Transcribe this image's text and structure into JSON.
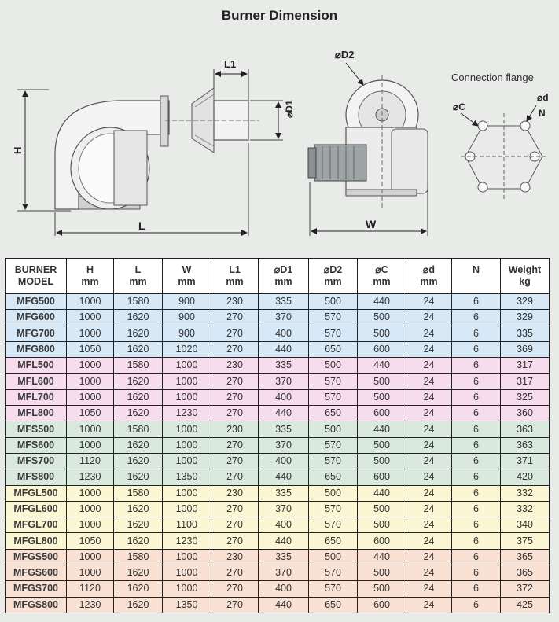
{
  "title": "Burner Dimension",
  "diagram": {
    "labels": {
      "H": "H",
      "L": "L",
      "L1": "L1",
      "D1": "⌀D1",
      "D2": "⌀D2",
      "W": "W",
      "C": "⌀C",
      "d": "⌀d",
      "N": "N",
      "flange": "Connection flange"
    }
  },
  "table": {
    "headers": [
      [
        "BURNER",
        "MODEL"
      ],
      [
        "H",
        "mm"
      ],
      [
        "L",
        "mm"
      ],
      [
        "W",
        "mm"
      ],
      [
        "L1",
        "mm"
      ],
      [
        "⌀D1",
        "mm"
      ],
      [
        "⌀D2",
        "mm"
      ],
      [
        "⌀C",
        "mm"
      ],
      [
        "⌀d",
        "mm"
      ],
      [
        "N",
        ""
      ],
      [
        "Weight",
        "kg"
      ]
    ],
    "groups": [
      {
        "name": "blue",
        "rows": [
          [
            "MFG500",
            "1000",
            "1580",
            "900",
            "230",
            "335",
            "500",
            "440",
            "24",
            "6",
            "329"
          ],
          [
            "MFG600",
            "1000",
            "1620",
            "900",
            "270",
            "370",
            "570",
            "500",
            "24",
            "6",
            "329"
          ],
          [
            "MFG700",
            "1000",
            "1620",
            "900",
            "270",
            "400",
            "570",
            "500",
            "24",
            "6",
            "335"
          ],
          [
            "MFG800",
            "1050",
            "1620",
            "1020",
            "270",
            "440",
            "650",
            "600",
            "24",
            "6",
            "369"
          ]
        ]
      },
      {
        "name": "pink",
        "rows": [
          [
            "MFL500",
            "1000",
            "1580",
            "1000",
            "230",
            "335",
            "500",
            "440",
            "24",
            "6",
            "317"
          ],
          [
            "MFL600",
            "1000",
            "1620",
            "1000",
            "270",
            "370",
            "570",
            "500",
            "24",
            "6",
            "317"
          ],
          [
            "MFL700",
            "1000",
            "1620",
            "1000",
            "270",
            "400",
            "570",
            "500",
            "24",
            "6",
            "325"
          ],
          [
            "MFL800",
            "1050",
            "1620",
            "1230",
            "270",
            "440",
            "650",
            "600",
            "24",
            "6",
            "360"
          ]
        ]
      },
      {
        "name": "green",
        "rows": [
          [
            "MFS500",
            "1000",
            "1580",
            "1000",
            "230",
            "335",
            "500",
            "440",
            "24",
            "6",
            "363"
          ],
          [
            "MFS600",
            "1000",
            "1620",
            "1000",
            "270",
            "370",
            "570",
            "500",
            "24",
            "6",
            "363"
          ],
          [
            "MFS700",
            "1120",
            "1620",
            "1000",
            "270",
            "400",
            "570",
            "500",
            "24",
            "6",
            "371"
          ],
          [
            "MFS800",
            "1230",
            "1620",
            "1350",
            "270",
            "440",
            "650",
            "600",
            "24",
            "6",
            "420"
          ]
        ]
      },
      {
        "name": "yellow",
        "rows": [
          [
            "MFGL500",
            "1000",
            "1580",
            "1000",
            "230",
            "335",
            "500",
            "440",
            "24",
            "6",
            "332"
          ],
          [
            "MFGL600",
            "1000",
            "1620",
            "1000",
            "270",
            "370",
            "570",
            "500",
            "24",
            "6",
            "332"
          ],
          [
            "MFGL700",
            "1000",
            "1620",
            "1100",
            "270",
            "400",
            "570",
            "500",
            "24",
            "6",
            "340"
          ],
          [
            "MFGL800",
            "1050",
            "1620",
            "1230",
            "270",
            "440",
            "650",
            "600",
            "24",
            "6",
            "375"
          ]
        ]
      },
      {
        "name": "peach",
        "rows": [
          [
            "MFGS500",
            "1000",
            "1580",
            "1000",
            "230",
            "335",
            "500",
            "440",
            "24",
            "6",
            "365"
          ],
          [
            "MFGS600",
            "1000",
            "1620",
            "1000",
            "270",
            "370",
            "570",
            "500",
            "24",
            "6",
            "365"
          ],
          [
            "MFGS700",
            "1120",
            "1620",
            "1000",
            "270",
            "400",
            "570",
            "500",
            "24",
            "6",
            "372"
          ],
          [
            "MFGS800",
            "1230",
            "1620",
            "1350",
            "270",
            "440",
            "650",
            "600",
            "24",
            "6",
            "425"
          ]
        ]
      }
    ]
  }
}
